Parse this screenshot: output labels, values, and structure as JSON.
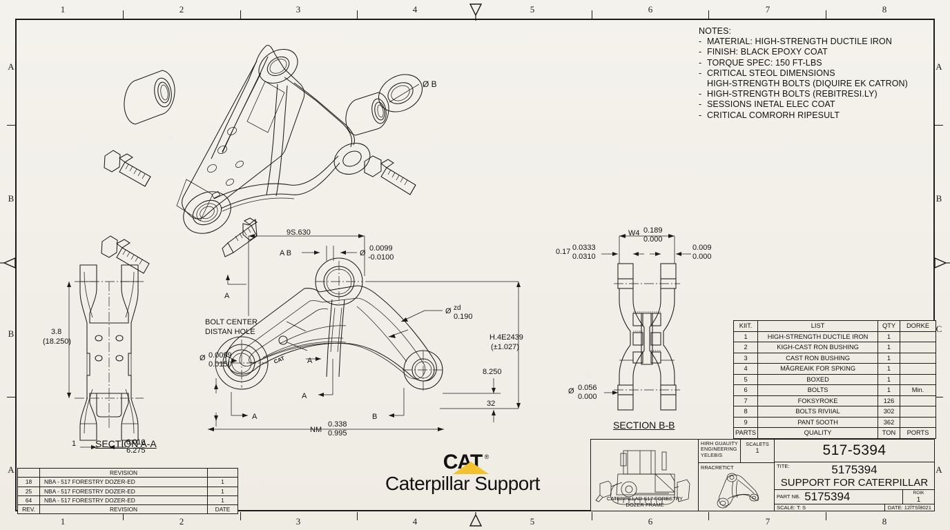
{
  "sheet": {
    "background_color": "#f2f0ea",
    "line_color": "#1a1a1a",
    "accent_color": "#f2c230"
  },
  "border": {
    "top_zones": [
      "1",
      "2",
      "3",
      "4",
      "5",
      "6",
      "7",
      "8"
    ],
    "bottom_zones": [
      "1",
      "2",
      "3",
      "4",
      "5",
      "6",
      "7",
      "8"
    ],
    "left_zones": [
      "A",
      "B",
      "B",
      "A"
    ],
    "right_zones": [
      "A",
      "B",
      "C",
      "A"
    ]
  },
  "notes": {
    "heading": "NOTES:",
    "items": [
      "MATERIAL: HIGH-STRENGTH DUCTILE IRON",
      "FINISH: BLACK EPOXY COAT",
      "TORQUE SPEC: 150 FT-LBS",
      "CRITICAL STEOL DIMENSIONS",
      "HIGH-STRENGTH BOLTS (REBITRESI.LY)",
      "SESSIONS INETAL ELEC COAT",
      "CRITICAL COMRORH RIPESULT"
    ],
    "continuation_line": "HIGH-STRENGTH BOLTS (DIQUIRE EK CATRON)"
  },
  "iso_view": {
    "callout_bushing": "Ø B"
  },
  "section_aa": {
    "title": "SECTION A-A",
    "height_dim": "3.8",
    "height_dim_alt": "(18.250)",
    "left_dim": "1",
    "width_dim_top": "0.010",
    "width_dim_bot": "6.275"
  },
  "main_view": {
    "dim_top_width": "9S.630",
    "datum_ab": "A B",
    "dia_top_upper": "0.0099",
    "dia_top_lower": "-0.0100",
    "dia_sym": "Ø",
    "leader_bolt_center": "BOLT CENTER",
    "leader_bolt_center2": "DISTAN HOLE",
    "dia_left_upper": "0.0099",
    "dia_left_lower": "0.0150",
    "dia_right_upper": "zd",
    "dia_right_lower": "0.190",
    "dim_height_upper": "H.4E2439",
    "dim_height_lower": "(±1.027)",
    "dim_8250": "8.250",
    "dim_32": "32",
    "dim_bottom_prefix": "NM",
    "dim_bottom_upper": "0.338",
    "dim_bottom_lower": "0.995",
    "section_mark_a": "A",
    "section_mark_b": "B",
    "cat_mark": "CAT"
  },
  "section_bb": {
    "title": "SECTION B-B",
    "dim_017": "0.17",
    "dim_left_upper": "0.0333",
    "dim_left_lower": "0.0310",
    "dim_w4": "W4",
    "dim_mid_upper": "0.189",
    "dim_mid_lower": "0.000",
    "dim_right_upper": "0.009",
    "dim_right_lower": "0.000",
    "dim_bot_upper": "0.056",
    "dim_bot_lower": "0.000"
  },
  "parts_table": {
    "headers": [
      "KIIT.",
      "LIST",
      "QTY",
      "DORKE"
    ],
    "rows": [
      {
        "item": "1",
        "desc": "HIGH-STRENGTH DUCTILE IRON",
        "qty": "1",
        "remark": ""
      },
      {
        "item": "2",
        "desc": "KIGH-CAST RON BUSHING",
        "qty": "1",
        "remark": ""
      },
      {
        "item": "3",
        "desc": "CAST RON BUSHING",
        "qty": "1",
        "remark": ""
      },
      {
        "item": "4",
        "desc": "MĀGREAIK FOR SPKING",
        "qty": "1",
        "remark": ""
      },
      {
        "item": "5",
        "desc": "BOXED",
        "qty": "1",
        "remark": ""
      },
      {
        "item": "6",
        "desc": "BOLTS",
        "qty": "1",
        "remark": "Min."
      },
      {
        "item": "7",
        "desc": "FOKSYROKE",
        "qty": "126",
        "remark": ""
      },
      {
        "item": "8",
        "desc": "BOLTS RIVIIAL",
        "qty": "302",
        "remark": ""
      },
      {
        "item": "9",
        "desc": "PANT 5OOTH",
        "qty": "362",
        "remark": ""
      }
    ],
    "footer": [
      "PARTS",
      "QUALITY",
      "TON",
      "PORTS"
    ]
  },
  "revision_table": {
    "header_label": "REVISION",
    "rows": [
      {
        "rev": "18",
        "desc": "NBA - 517 FORESTRY DOZER-ED",
        "date": "1"
      },
      {
        "rev": "25",
        "desc": "NBA - 517 FORESTRY DOZER-ED",
        "date": "1"
      },
      {
        "rev": "64",
        "desc": "NBA - 517 FORESTRY DOZER-ED",
        "date": "1"
      }
    ],
    "footer": [
      "REV.",
      "REVISION",
      "DATE"
    ]
  },
  "title_block": {
    "quality_line1": "HIRH GUAUITY",
    "quality_line2": "ENGINEERING",
    "quality_line3": "YELEBIS",
    "scale_label": "SCALETS",
    "scale_value": "1",
    "drawn_label": "RRACRETICT",
    "machine_caption1": "CATERPILLAR S17 FORESTRY",
    "machine_caption2": "DOZER FRAME",
    "drawing_number": "517-5394",
    "title_key": "TITE:",
    "title_value1": "5175394",
    "title_value2": "SUPPORT FOR CATERPILLAR",
    "part_key": "PART NB.",
    "part_value": "5175394",
    "revision_key": "ROIK",
    "revision_value": "1",
    "scale_note": "SCALE: T: S",
    "date_note": "DATE: 12ÍTSÏ8021"
  },
  "cat_logo": {
    "wordmark": "CAT",
    "registered": "®",
    "name": "Caterpillar Support",
    "triangle_color": "#f2c230"
  }
}
